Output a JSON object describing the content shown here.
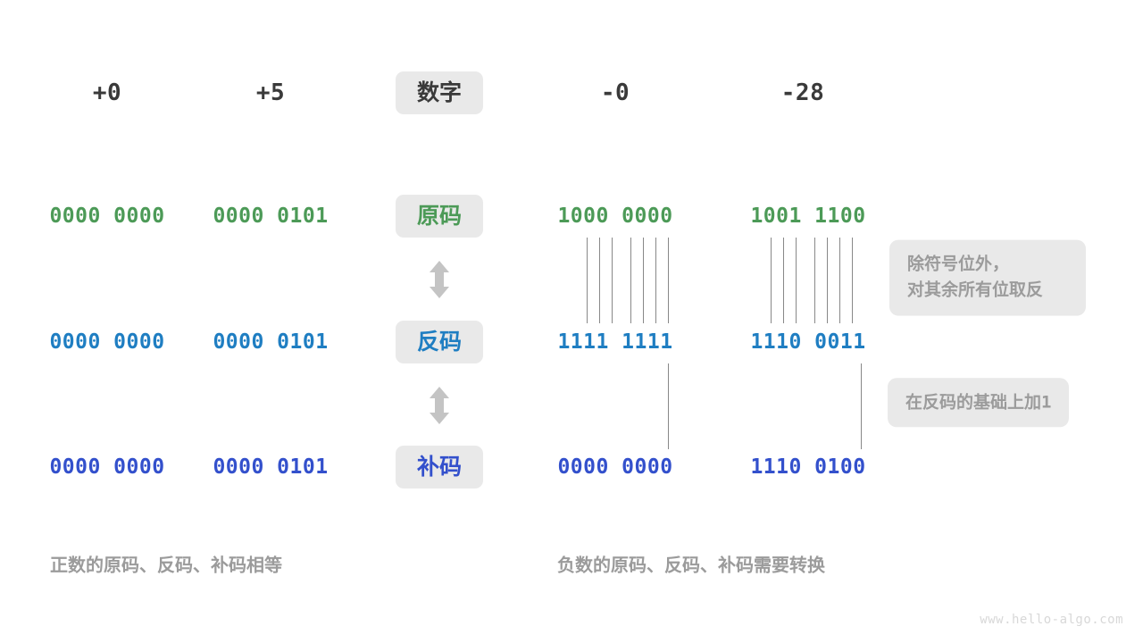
{
  "diagram": {
    "title_row": {
      "label": "数字",
      "columns": [
        {
          "name": "plus-zero",
          "value": "+0"
        },
        {
          "name": "plus-five",
          "value": "+5"
        },
        {
          "name": "minus-zero",
          "value": "-0"
        },
        {
          "name": "minus-twentyeight",
          "value": "-28"
        }
      ]
    },
    "rows": [
      {
        "key": "sign-magnitude",
        "label": "原码",
        "color": "#4c9a57",
        "values": {
          "plus_zero": "0000 0000",
          "plus_five": "0000 0101",
          "minus_zero": "1000 0000",
          "minus_28": "1001 1100"
        }
      },
      {
        "key": "ones-complement",
        "label": "反码",
        "color": "#1f7ec2",
        "values": {
          "plus_zero": "0000 0000",
          "plus_five": "0000 0101",
          "minus_zero": "1111 1111",
          "minus_28": "1110 0011"
        }
      },
      {
        "key": "twos-complement",
        "label": "补码",
        "color": "#3350cc",
        "values": {
          "plus_zero": "0000 0000",
          "plus_five": "0000 0101",
          "minus_zero": "0000 0000",
          "minus_28": "1110 0100"
        }
      }
    ],
    "annotations": [
      {
        "key": "invert-note",
        "text": "除符号位外，\n对其余所有位取反"
      },
      {
        "key": "add-one-note",
        "text_before": "在反码的基础上加",
        "text_mono": "1"
      }
    ],
    "captions": {
      "left": "正数的原码、反码、补码相等",
      "right": "负数的原码、反码、补码需要转换"
    },
    "watermark": "www.hello-algo.com",
    "icons": {
      "arrow_up_down": "arrow-up-down-icon"
    },
    "colors": {
      "pill_bg": "#e9e9e9",
      "green": "#4c9a57",
      "blue": "#1f7ec2",
      "indigo": "#3350cc",
      "muted": "#9b9b9b",
      "line": "#888888",
      "arrow": "#c4c4c4",
      "dark": "#3a3a3a"
    }
  }
}
